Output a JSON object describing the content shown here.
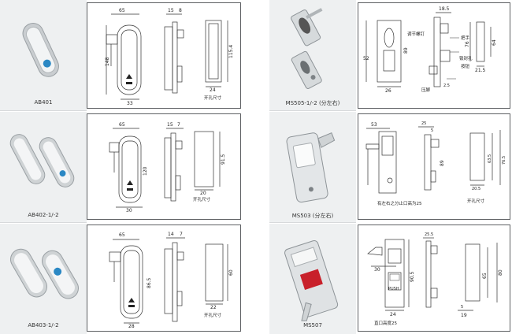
{
  "products": {
    "ab401": {
      "model": "AB401",
      "dims": {
        "w65": "65",
        "d15": "15",
        "d8": "8",
        "h148": "148",
        "h115": "115.4",
        "w33": "33",
        "w24": "24"
      },
      "cutout": "开孔尺寸"
    },
    "ab402": {
      "model": "AB402-1/-2",
      "dims": {
        "w65": "65",
        "d15": "15",
        "d7": "7",
        "h120": "120",
        "w30": "30",
        "h915": "91.5",
        "w20": "20"
      },
      "cutout": "开孔尺寸"
    },
    "ab403": {
      "model": "AB403-1/-2",
      "dims": {
        "w65": "65",
        "d14": "14",
        "d7": "7",
        "h865": "86.5",
        "w28": "28",
        "h60": "60",
        "w22": "22"
      },
      "cutout": "开孔尺寸"
    },
    "ms505": {
      "model": "MS505-1/-2 (分左右)",
      "dims": {
        "w185": "18.5",
        "d52": "52",
        "h89": "89",
        "w26": "26",
        "h76": "76",
        "h64": "64",
        "w215": "21.5",
        "w25": "2.5"
      },
      "labels": {
        "adjust": "调节螺钉",
        "handle": "把手",
        "plate": "锁封孔",
        "hinge": "压脚",
        "button": "按钮"
      }
    },
    "ms503": {
      "model": "MS503 (分左右)",
      "dims": {
        "w53": "53",
        "d25": "25",
        "d5": "5",
        "h89": "89",
        "h635": "63.5",
        "h765": "76.5",
        "w205": "20.5"
      },
      "note": "有左右之分止口高为25",
      "cutout": "开孔尺寸"
    },
    "ms507": {
      "model": "MS507",
      "dims": {
        "d255": "25.5",
        "w30": "30",
        "h905": "90.5",
        "w24": "24",
        "h65": "65",
        "h80": "80",
        "w5": "5",
        "w19": "19"
      },
      "push": "PUSH",
      "note": "直口高度25"
    }
  }
}
